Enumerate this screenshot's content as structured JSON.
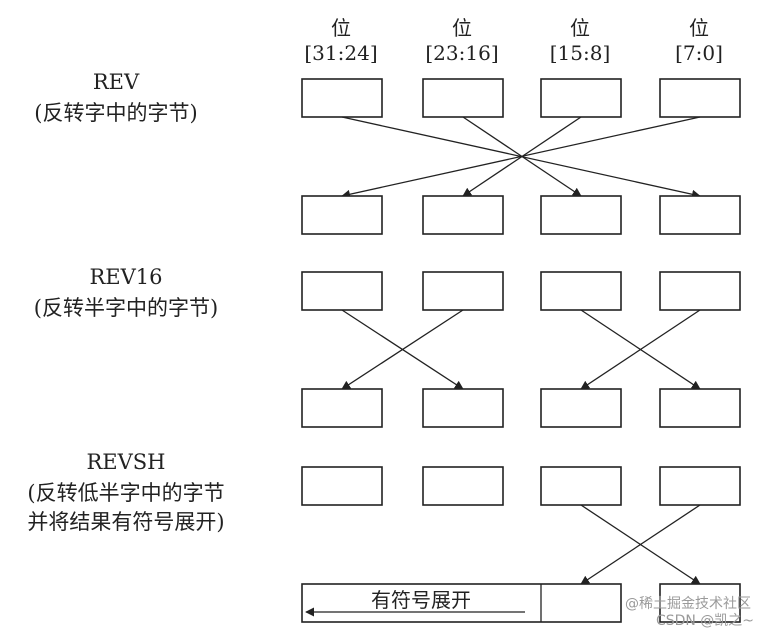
{
  "columns": [
    {
      "label": "位",
      "bits": "[31:24]"
    },
    {
      "label": "位",
      "bits": "[23:16]"
    },
    {
      "label": "位",
      "bits": "[15:8]"
    },
    {
      "label": "位",
      "bits": "[7:0]"
    }
  ],
  "operations": [
    {
      "id": "rev",
      "name": "REV",
      "desc": [
        "(反转字中的字节)"
      ]
    },
    {
      "id": "rev16",
      "name": "REV16",
      "desc": [
        "(反转半字中的字节)"
      ]
    },
    {
      "id": "revsh",
      "name": "REVSH",
      "desc": [
        "(反转低半字中的字节",
        "并将结果有符号展开)"
      ]
    }
  ],
  "sign_extend_label": "有符号展开",
  "watermark": {
    "line1": "@稀土掘金技术社区",
    "line2": "CSDN @凯之~"
  }
}
